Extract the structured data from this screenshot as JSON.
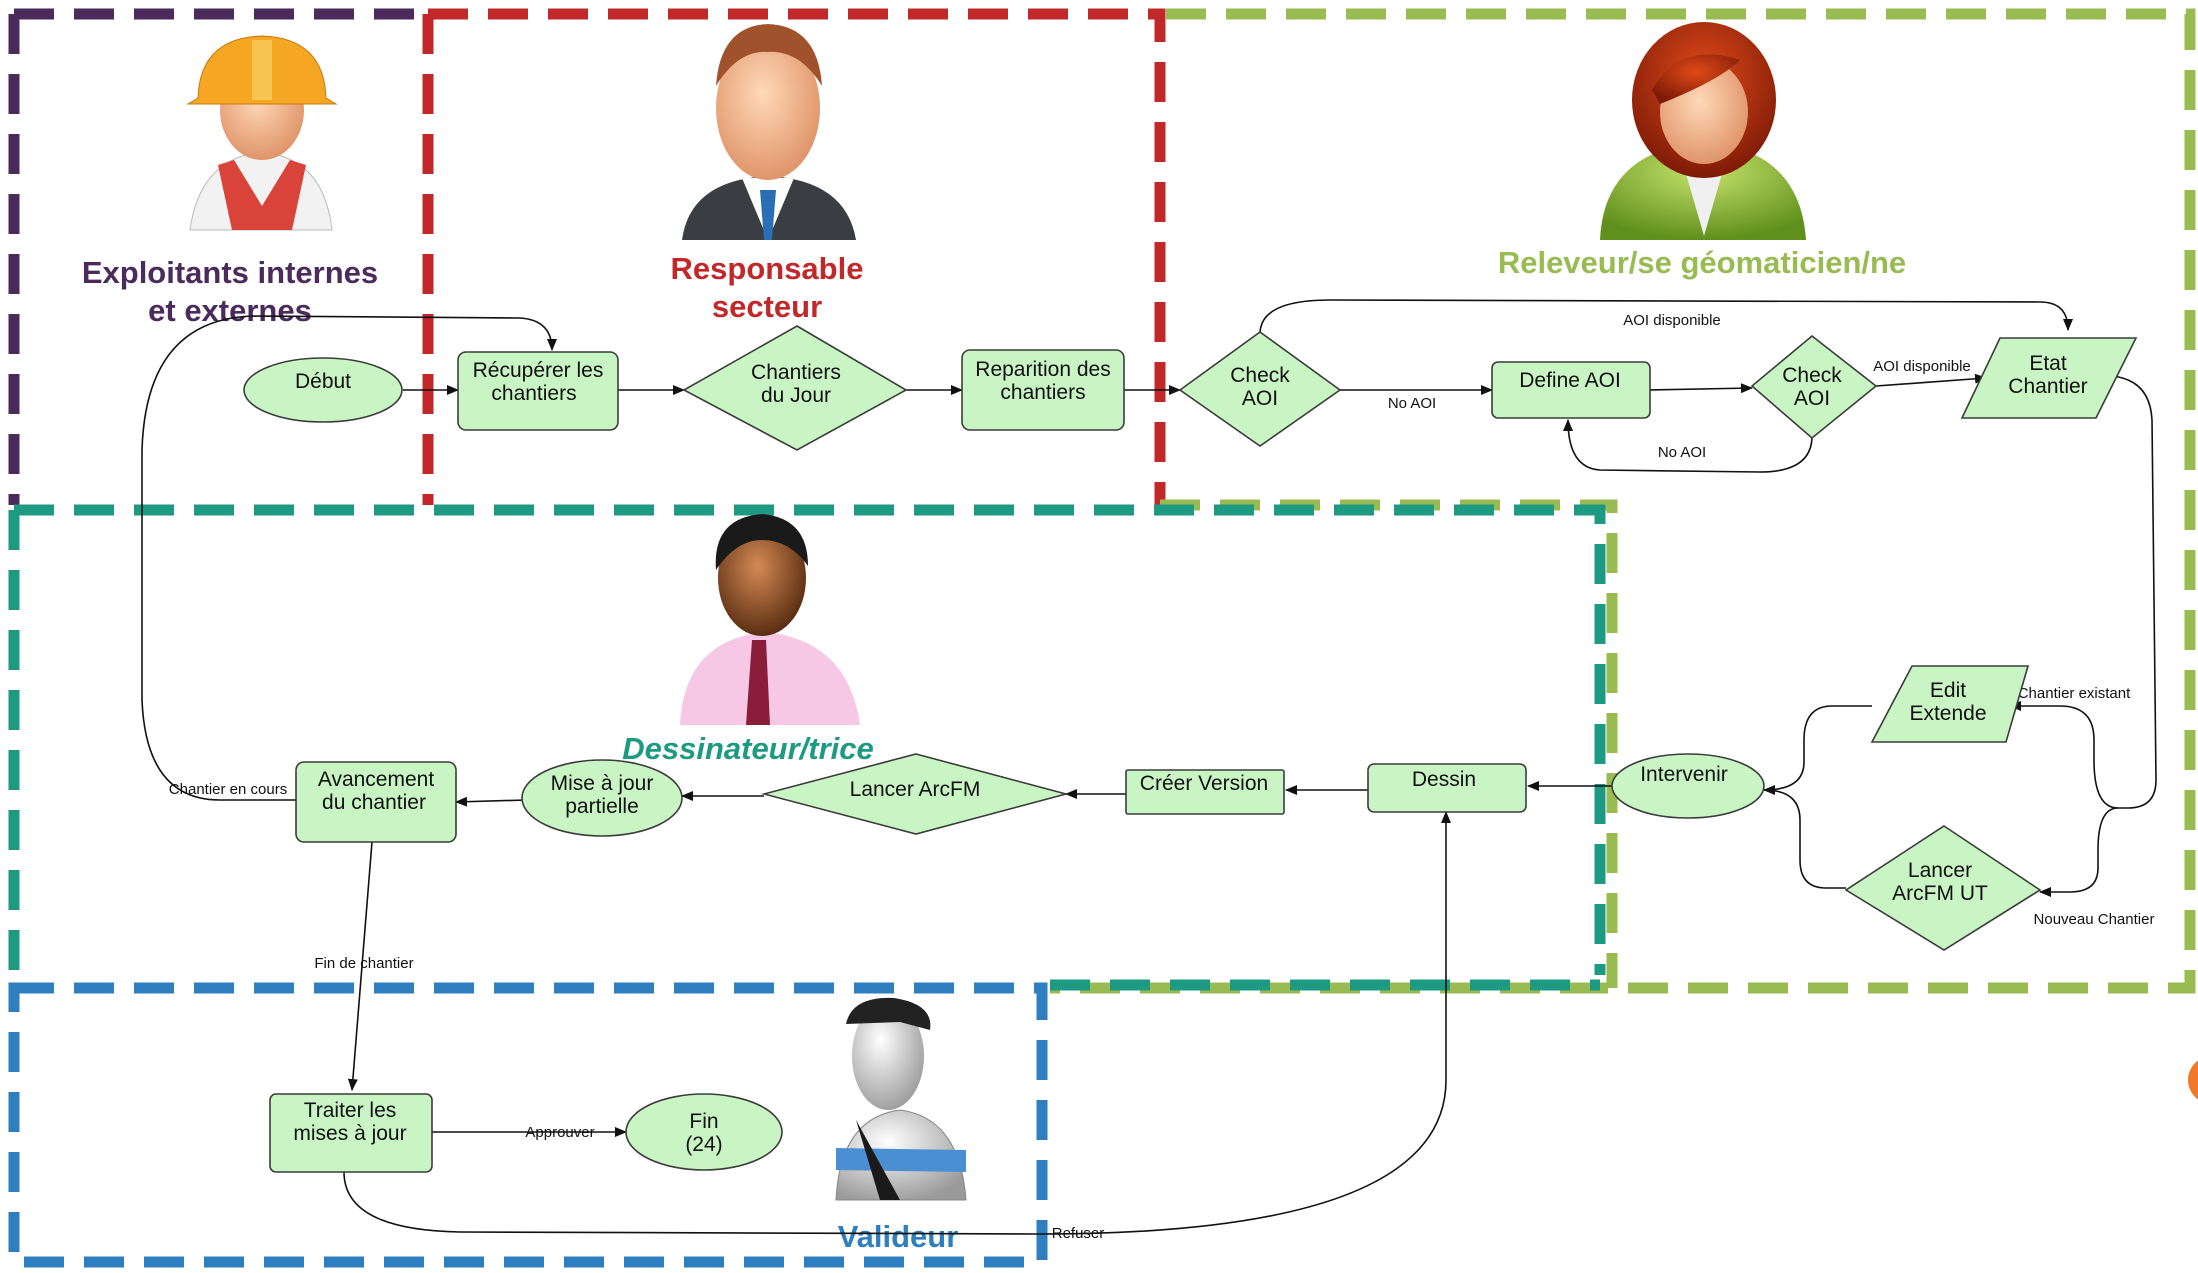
{
  "colors": {
    "lane_exploitants": "#4b2a5c",
    "lane_responsable": "#c0282a",
    "lane_releveur": "#98bb52",
    "lane_dessinateur": "#1e9a83",
    "lane_valideur": "#2e7fbf",
    "node_fill": "#c9f5c4",
    "node_stroke": "#3b3b3b"
  },
  "lanes": {
    "exploitants": "Exploitants internes et externes",
    "exploitants_l1": "Exploitants internes",
    "exploitants_l2": "et externes",
    "responsable_l1": "Responsable",
    "responsable_l2": "secteur",
    "releveur": "Releveur/se géomaticien/ne",
    "dessinateur": "Dessinateur/trice",
    "valideur": "Valideur"
  },
  "icons": {
    "exploitants": "construction-worker-icon",
    "responsable": "businessman-icon",
    "releveur": "female-user-icon",
    "dessinateur": "male-user-icon",
    "valideur": "validator-user-icon"
  },
  "nodes": {
    "debut": "Début",
    "recuperer_l1": "Récupérer les",
    "recuperer_l2": "chantiers",
    "chantiers_jour_l1": "Chantiers",
    "chantiers_jour_l2": "du Jour",
    "reparition_l1": "Reparition des",
    "reparition_l2": "chantiers",
    "check1_l1": "Check",
    "check1_l2": "AOI",
    "define_aoi": "Define AOI",
    "check2_l1": "Check",
    "check2_l2": "AOI",
    "etat_l1": "Etat",
    "etat_l2": "Chantier",
    "edit_l1": "Edit",
    "edit_l2": "Extende",
    "intervenir": "Intervenir",
    "lancer_ut_l1": "Lancer",
    "lancer_ut_l2": "ArcFM UT",
    "dessin": "Dessin",
    "creer_version": "Créer Version",
    "lancer_arcfm": "Lancer ArcFM",
    "mise_l1": "Mise à jour",
    "mise_l2": "partielle",
    "avancement_l1": "Avancement",
    "avancement_l2": "du chantier",
    "traiter_l1": "Traiter les",
    "traiter_l2": "mises à jour",
    "fin_l1": "Fin",
    "fin_l2": "(24)"
  },
  "edge_labels": {
    "aoi_dispo_top": "AOI disponible",
    "no_aoi_1": "No AOI",
    "no_aoi_2": "No AOI",
    "aoi_dispo_2": "AOI disponible",
    "chantier_existant": "Chantier existant",
    "nouveau_chantier": "Nouveau Chantier",
    "chantier_en_cours": "Chantier en cours",
    "fin_de_chantier": "Fin de chantier",
    "approuver": "Approuver",
    "refuser": "Refuser"
  }
}
